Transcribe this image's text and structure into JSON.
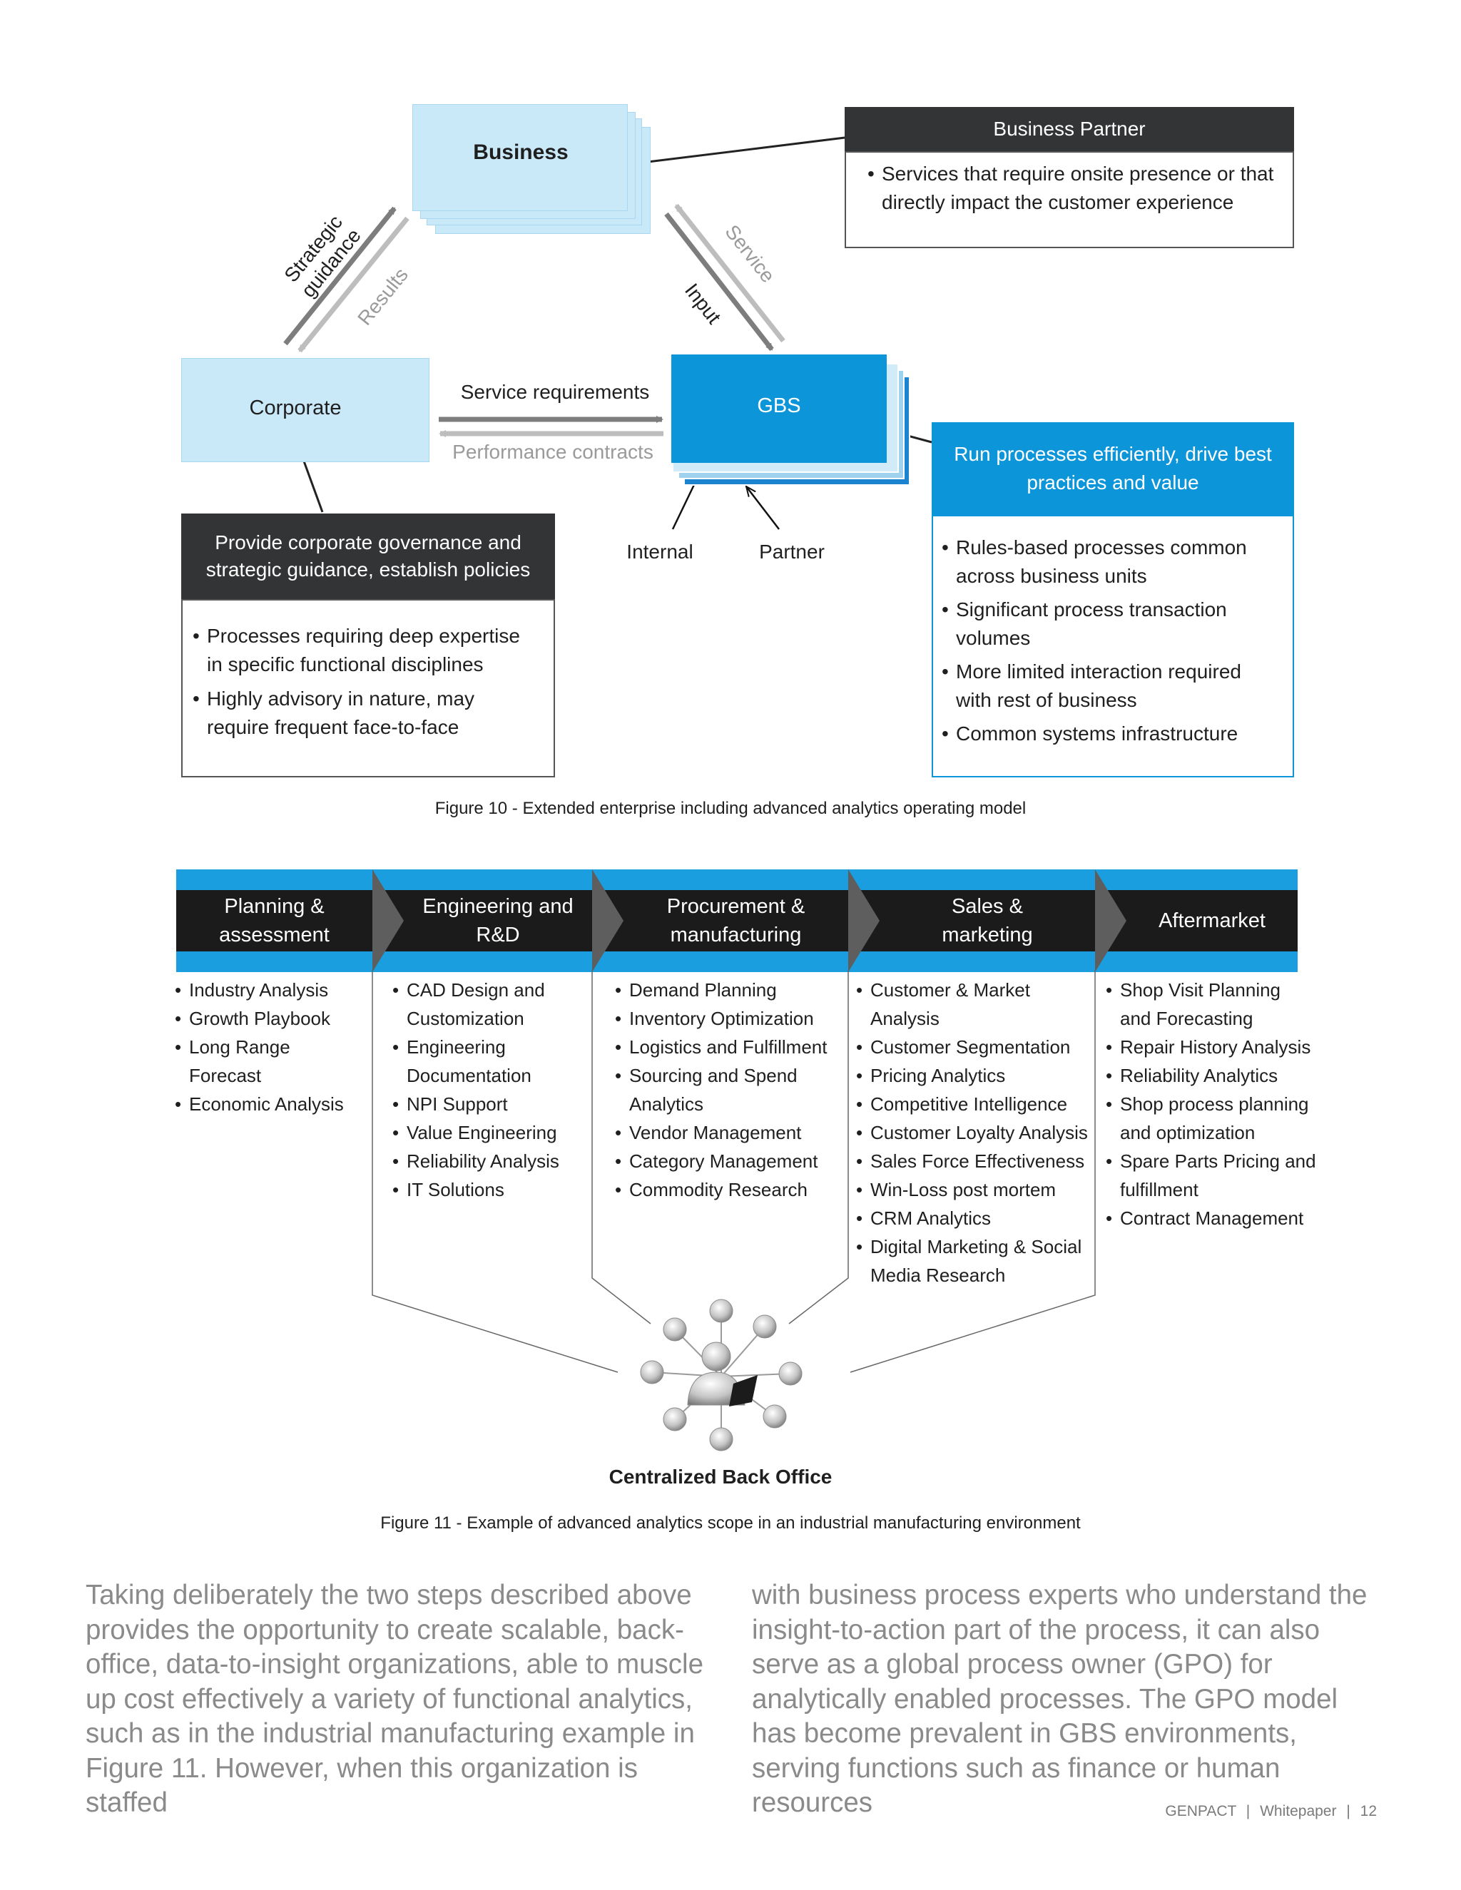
{
  "figure10": {
    "business": "Business",
    "corporate": "Corporate",
    "gbs": "GBS",
    "strategic_guidance": "Strategic guidance",
    "results": "Results",
    "service": "Service",
    "input": "Input",
    "service_requirements": "Service requirements",
    "performance_contracts": "Performance contracts",
    "internal": "Internal",
    "partner": "Partner",
    "business_partner": {
      "title": "Business Partner",
      "items": [
        "Services that require onsite presence or that directly impact the customer experience"
      ]
    },
    "corporate_box": {
      "title": "Provide corporate governance and strategic guidance, establish policies",
      "items": [
        "Processes requiring deep expertise in specific functional disciplines",
        "Highly advisory in nature, may require frequent face-to-face"
      ]
    },
    "gbs_box": {
      "title": "Run processes efficiently, drive best practices and value",
      "items": [
        "Rules-based processes common across business units",
        "Significant process transaction volumes",
        "More limited interaction required with rest of business",
        "Common systems infrastructure"
      ]
    },
    "caption": "Figure 10 - Extended enterprise including advanced analytics operating model"
  },
  "figure11": {
    "stages": [
      {
        "label": "Planning & assessment",
        "items": [
          "Industry Analysis",
          "Growth Playbook",
          "Long Range Forecast",
          "Economic Analysis"
        ]
      },
      {
        "label": "Engineering and R&D",
        "items": [
          "CAD Design and Customization",
          "Engineering Documentation",
          "NPI Support",
          "Value Engineering",
          "Reliability Analysis",
          "IT Solutions"
        ]
      },
      {
        "label": "Procurement & manufacturing",
        "items": [
          "Demand Planning",
          "Inventory Optimization",
          "Logistics and Fulfillment",
          "Sourcing and Spend Analytics",
          "Vendor Management",
          "Category Management",
          "Commodity Research"
        ]
      },
      {
        "label": "Sales & marketing",
        "items": [
          "Customer & Market Analysis",
          "Customer Segmentation",
          "Pricing Analytics",
          "Competitive Intelligence",
          "Customer Loyalty Analysis",
          "Sales Force Effectiveness",
          "Win-Loss post mortem",
          "CRM Analytics",
          "Digital Marketing & Social Media Research"
        ]
      },
      {
        "label": "Aftermarket",
        "items": [
          "Shop Visit Planning and Forecasting",
          "Repair History Analysis",
          "Reliability Analytics",
          "Shop process planning and optimization",
          "Spare Parts Pricing and fulfillment",
          "Contract Management"
        ]
      }
    ],
    "hub_label": "Centralized Back Office",
    "caption": "Figure 11 - Example of advanced analytics scope in an industrial manufacturing environment"
  },
  "body": {
    "col1": "Taking deliberately the two steps described above provides the opportunity to create scalable, back-office, data-to-insight organizations, able to muscle up cost effectively a variety of functional analytics, such as in the industrial manufacturing example in Figure 11. However, when this organization is staffed",
    "col2": "with business process experts who understand the insight-to-action part of the process, it can also serve as a global process owner (GPO) for analytically enabled processes. The GPO model has become prevalent in GBS environments, serving functions such as finance or human resources"
  },
  "footer": {
    "brand": "GENPACT",
    "sep": "|",
    "doc": "Whitepaper",
    "page": "12"
  },
  "colors": {
    "gbs_blue": "#0d95d9",
    "light_blue": "#c9e8f8",
    "band_blue": "#1a9ee0",
    "dark": "#333435",
    "body_text": "#8a8a8a"
  }
}
